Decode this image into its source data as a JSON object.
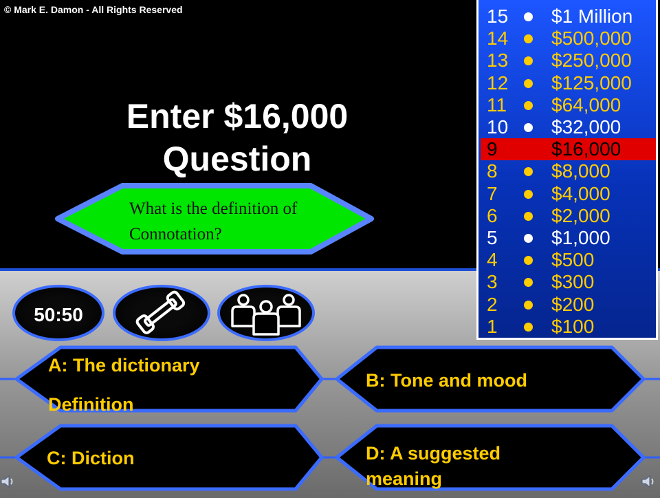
{
  "copyright": "© Mark E. Damon - All Rights Reserved",
  "title": {
    "line1": "Enter $16,000",
    "line2": "Question"
  },
  "question": {
    "line1": "What is the definition of",
    "line2": "Connotation?"
  },
  "lifelines": {
    "fifty_fifty": "50:50"
  },
  "answers": {
    "a": {
      "line1": "A:  The dictionary",
      "line2": "Definition"
    },
    "b": {
      "line1": "B:  Tone and mood"
    },
    "c": {
      "line1": "C:  Diction"
    },
    "d": {
      "line1": "D:  A suggested",
      "line2": "meaning"
    }
  },
  "ladder": [
    {
      "num": "15",
      "amount": "$1 Million",
      "style": "white"
    },
    {
      "num": "14",
      "amount": "$500,000",
      "style": "gold"
    },
    {
      "num": "13",
      "amount": "$250,000",
      "style": "gold"
    },
    {
      "num": "12",
      "amount": "$125,000",
      "style": "gold"
    },
    {
      "num": "11",
      "amount": "$64,000",
      "style": "gold"
    },
    {
      "num": "10",
      "amount": "$32,000",
      "style": "white"
    },
    {
      "num": "9",
      "amount": "$16,000",
      "style": "current"
    },
    {
      "num": "8",
      "amount": "$8,000",
      "style": "gold"
    },
    {
      "num": "7",
      "amount": "$4,000",
      "style": "gold"
    },
    {
      "num": "6",
      "amount": "$2,000",
      "style": "gold"
    },
    {
      "num": "5",
      "amount": "$1,000",
      "style": "white"
    },
    {
      "num": "4",
      "amount": "$500",
      "style": "gold"
    },
    {
      "num": "3",
      "amount": "$300",
      "style": "gold"
    },
    {
      "num": "2",
      "amount": "$200",
      "style": "gold"
    },
    {
      "num": "1",
      "amount": "$100",
      "style": "gold"
    }
  ],
  "colors": {
    "gold": "#ffcc00",
    "current_highlight": "#e00000",
    "ladder_blue": "#1c56ff",
    "question_green": "#00e600",
    "border_blue": "#3b6bff"
  },
  "icons": {
    "phone": "phone-icon",
    "audience": "audience-icon",
    "sound": "speaker-icon"
  }
}
